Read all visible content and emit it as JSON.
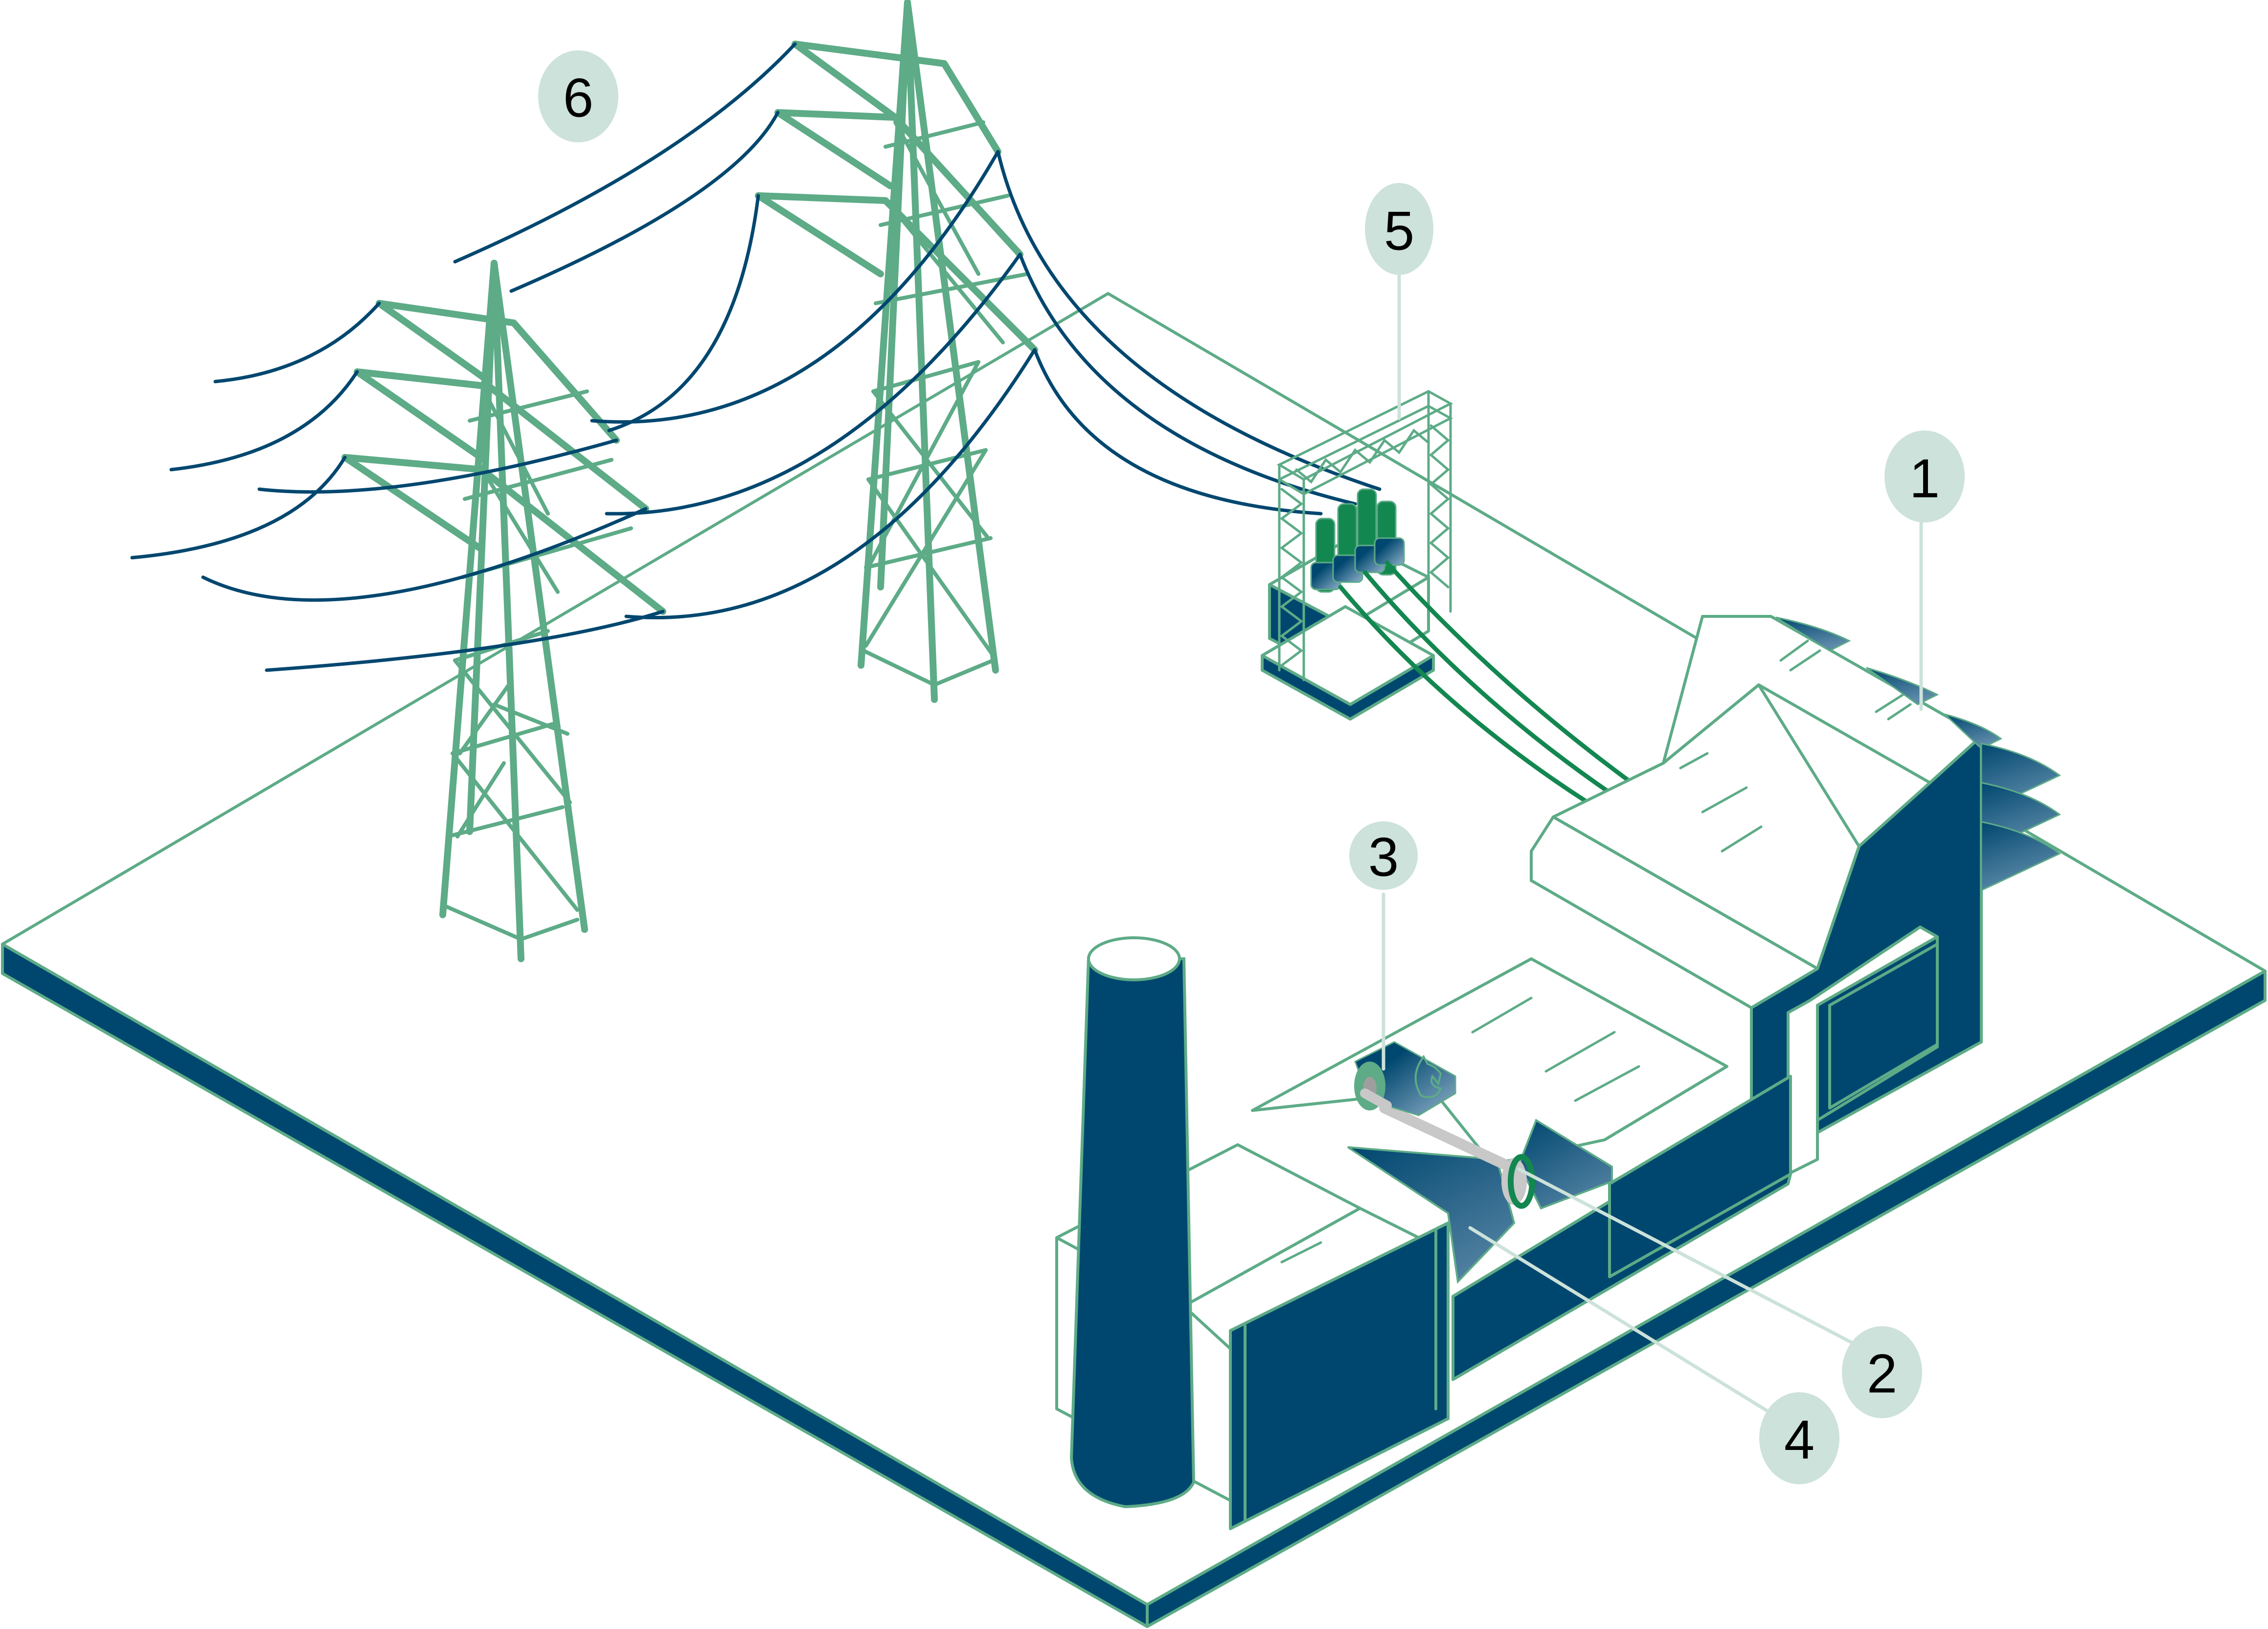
{
  "diagram": {
    "title": "Isometric power plant illustration",
    "colors": {
      "navy": "#00476F",
      "line_green": "#5DAB87",
      "dark_green": "#138750",
      "callout_fill": "#CCE2DA",
      "shaft_gray": "#C8C8C8",
      "background": "#FFFFFF"
    },
    "callouts": [
      {
        "id": "1",
        "label": "1",
        "target": "building-roof-exhaust"
      },
      {
        "id": "2",
        "label": "2",
        "target": "turbine-right-housing"
      },
      {
        "id": "3",
        "label": "3",
        "target": "combustor-with-flame-icon"
      },
      {
        "id": "4",
        "label": "4",
        "target": "turbine-left-housing"
      },
      {
        "id": "5",
        "label": "5",
        "target": "transformer-substation"
      },
      {
        "id": "6",
        "label": "6",
        "target": "transmission-towers"
      }
    ],
    "components": [
      "ground-plate",
      "smokestack",
      "main-building",
      "gas-turbine",
      "combustor",
      "substation-transformer",
      "transmission-tower-left",
      "transmission-tower-right",
      "power-lines"
    ]
  }
}
